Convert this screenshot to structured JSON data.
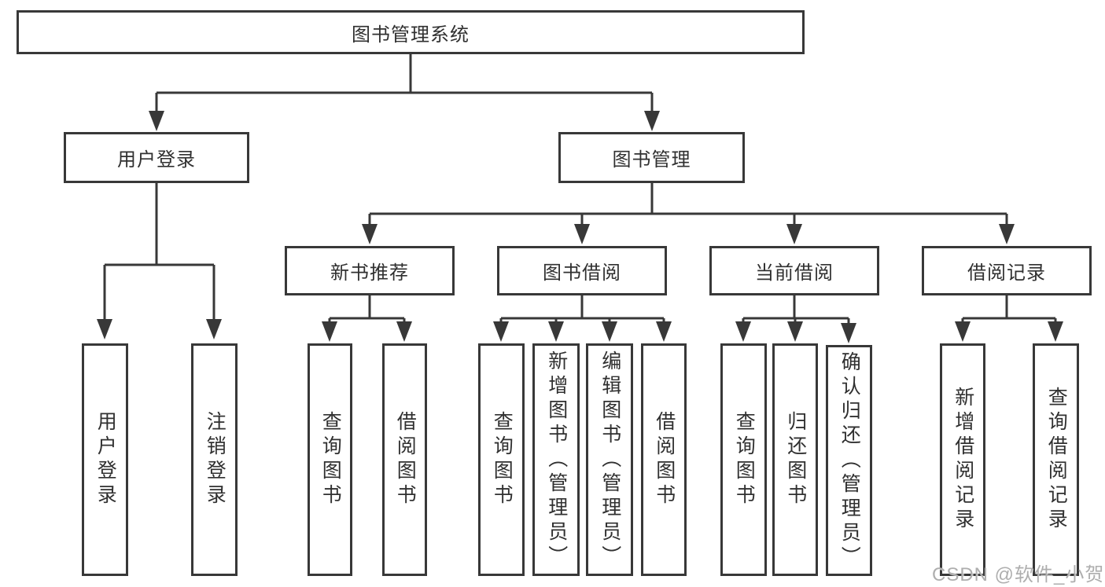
{
  "diagram": {
    "type": "hierarchy-flowchart",
    "title": "图书管理系统"
  },
  "nodes": {
    "root": {
      "label": "图书管理系统"
    },
    "user_login": {
      "label": "用户登录"
    },
    "book_mgmt": {
      "label": "图书管理"
    },
    "login": {
      "label": "用户登录"
    },
    "logout": {
      "label": "注销登录"
    },
    "new_book_rec": {
      "label": "新书推荐"
    },
    "book_borrow": {
      "label": "图书借阅"
    },
    "current_borrow": {
      "label": "当前借阅"
    },
    "borrow_record": {
      "label": "借阅记录"
    },
    "nbr_query": {
      "label": "查询图书"
    },
    "nbr_borrow": {
      "label": "借阅图书"
    },
    "bb_query": {
      "label": "查询图书"
    },
    "bb_add": {
      "label": "新增图书（管理员）"
    },
    "bb_edit": {
      "label": "编辑图书（管理员）"
    },
    "bb_borrow": {
      "label": "借阅图书"
    },
    "cb_query": {
      "label": "查询图书"
    },
    "cb_return": {
      "label": "归还图书"
    },
    "cb_confirm": {
      "label": "确认归还（管理员）"
    },
    "br_add": {
      "label": "新增借阅记录"
    },
    "br_query": {
      "label": "查询借阅记录"
    }
  },
  "edges": [
    {
      "from": "图书管理系统",
      "to": "用户登录"
    },
    {
      "from": "图书管理系统",
      "to": "图书管理"
    },
    {
      "from": "用户登录",
      "to": "用户登录"
    },
    {
      "from": "用户登录",
      "to": "注销登录"
    },
    {
      "from": "图书管理",
      "to": "新书推荐"
    },
    {
      "from": "图书管理",
      "to": "图书借阅"
    },
    {
      "from": "图书管理",
      "to": "当前借阅"
    },
    {
      "from": "图书管理",
      "to": "借阅记录"
    },
    {
      "from": "新书推荐",
      "to": "查询图书"
    },
    {
      "from": "新书推荐",
      "to": "借阅图书"
    },
    {
      "from": "图书借阅",
      "to": "查询图书"
    },
    {
      "from": "图书借阅",
      "to": "新增图书（管理员）"
    },
    {
      "from": "图书借阅",
      "to": "编辑图书（管理员）"
    },
    {
      "from": "图书借阅",
      "to": "借阅图书"
    },
    {
      "from": "当前借阅",
      "to": "查询图书"
    },
    {
      "from": "当前借阅",
      "to": "归还图书"
    },
    {
      "from": "当前借阅",
      "to": "确认归还（管理员）"
    },
    {
      "from": "借阅记录",
      "to": "新增借阅记录"
    },
    {
      "from": "借阅记录",
      "to": "查询借阅记录"
    }
  ],
  "watermark": "CSDN @软件_小贺同学",
  "colors": {
    "line": "#383838",
    "text": "#303030",
    "background": "#ffffff",
    "watermark": "#aeaeae"
  }
}
